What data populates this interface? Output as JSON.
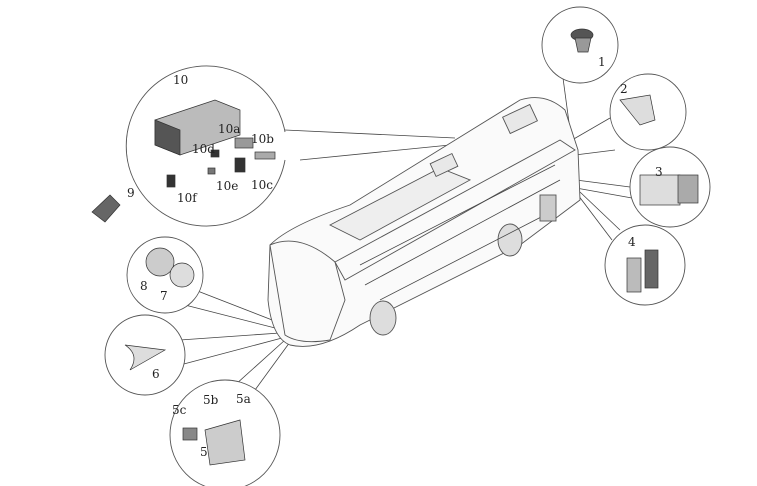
{
  "diagram": {
    "subject": "bus",
    "callouts": [
      {
        "id": "1",
        "label": "1"
      },
      {
        "id": "2",
        "label": "2"
      },
      {
        "id": "3",
        "label": "3"
      },
      {
        "id": "4",
        "label": "4"
      },
      {
        "id": "5",
        "label": "5"
      },
      {
        "id": "5a",
        "label": "5a"
      },
      {
        "id": "5b",
        "label": "5b"
      },
      {
        "id": "5c",
        "label": "5c"
      },
      {
        "id": "6",
        "label": "6"
      },
      {
        "id": "7",
        "label": "7"
      },
      {
        "id": "8",
        "label": "8"
      },
      {
        "id": "9",
        "label": "9"
      },
      {
        "id": "10",
        "label": "10"
      },
      {
        "id": "10a",
        "label": "10a"
      },
      {
        "id": "10b",
        "label": "10b"
      },
      {
        "id": "10c",
        "label": "10c"
      },
      {
        "id": "10d",
        "label": "10d"
      },
      {
        "id": "10e",
        "label": "10e"
      },
      {
        "id": "10f",
        "label": "10f"
      }
    ]
  }
}
